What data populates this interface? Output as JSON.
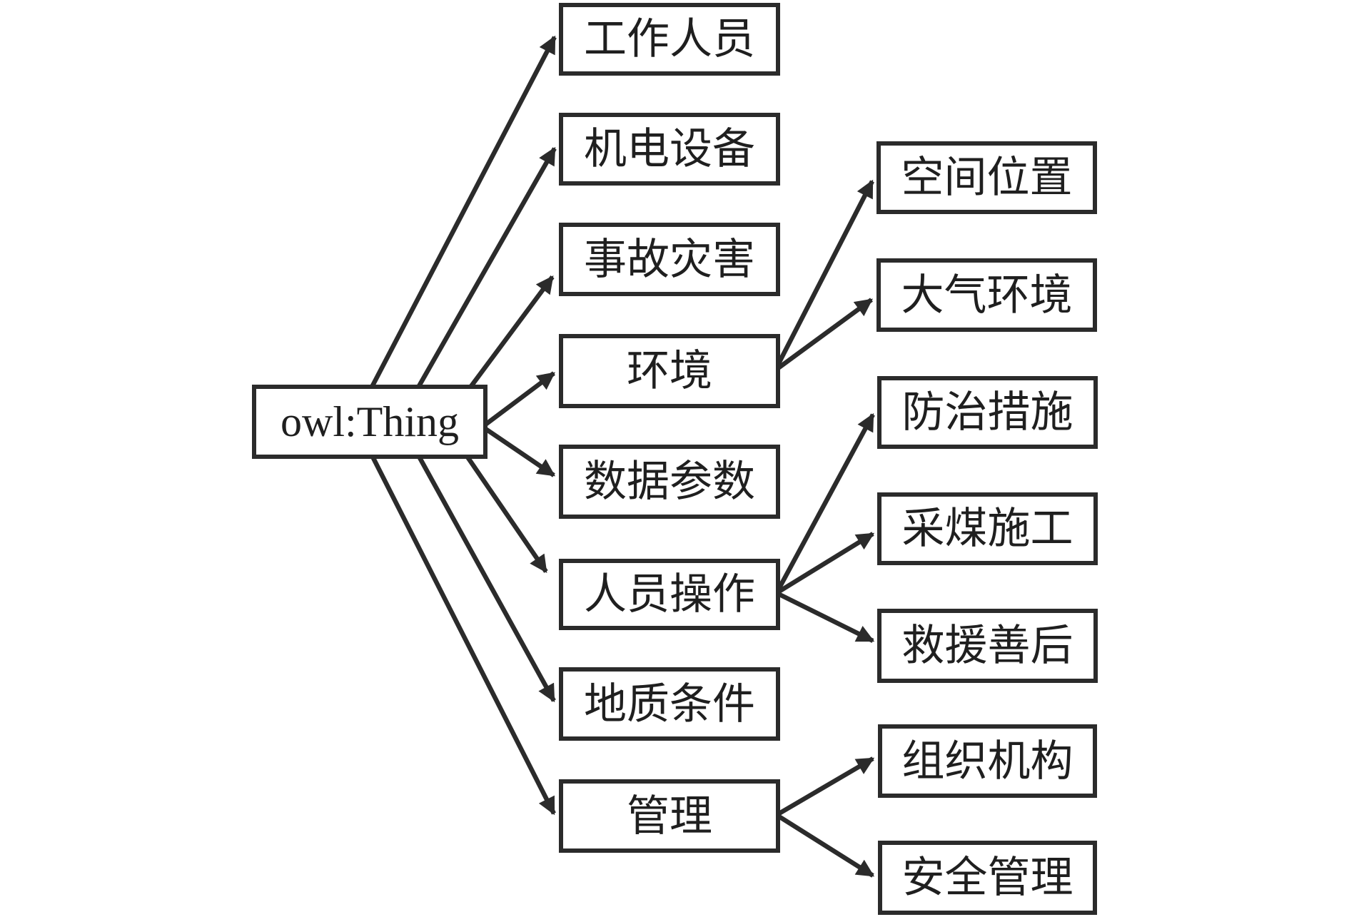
{
  "diagram": {
    "title_implicit": "owl:Thing ontology class hierarchy",
    "colors": {
      "background": "#ffffff",
      "line": "#2b2b2b",
      "box_border": "#2b2b2b",
      "text": "#1f1f1f"
    },
    "nodes": {
      "root": "owl:Thing",
      "staff": "工作人员",
      "equipment": "机电设备",
      "accident": "事故灾害",
      "environment": "环境",
      "data_params": "数据参数",
      "personnel_ops": "人员操作",
      "geology": "地质条件",
      "management": "管理",
      "spatial": "空间位置",
      "atmosphere": "大气环境",
      "prevention": "防治措施",
      "coal_mining": "采煤施工",
      "rescue": "救援善后",
      "organization": "组织机构",
      "safety_mgmt": "安全管理"
    },
    "edges": [
      {
        "from": "owl:Thing",
        "to": "工作人员"
      },
      {
        "from": "owl:Thing",
        "to": "机电设备"
      },
      {
        "from": "owl:Thing",
        "to": "事故灾害"
      },
      {
        "from": "owl:Thing",
        "to": "环境"
      },
      {
        "from": "owl:Thing",
        "to": "数据参数"
      },
      {
        "from": "owl:Thing",
        "to": "人员操作"
      },
      {
        "from": "owl:Thing",
        "to": "地质条件"
      },
      {
        "from": "owl:Thing",
        "to": "管理"
      },
      {
        "from": "环境",
        "to": "空间位置"
      },
      {
        "from": "环境",
        "to": "大气环境"
      },
      {
        "from": "人员操作",
        "to": "防治措施"
      },
      {
        "from": "人员操作",
        "to": "采煤施工"
      },
      {
        "from": "人员操作",
        "to": "救援善后"
      },
      {
        "from": "管理",
        "to": "组织机构"
      },
      {
        "from": "管理",
        "to": "安全管理"
      }
    ]
  }
}
